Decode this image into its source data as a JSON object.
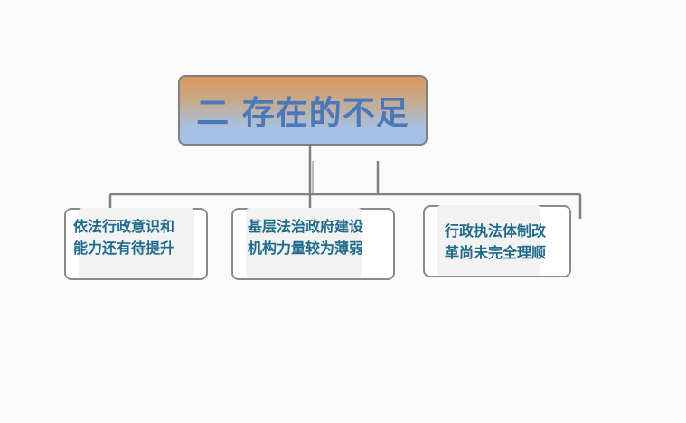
{
  "diagram": {
    "title": "二  存在的不足",
    "children": [
      {
        "line1": "依法行政意识和",
        "line2": "能力还有待提升"
      },
      {
        "line1": "基层法治政府建设",
        "line2": "机构力量较为薄弱"
      },
      {
        "line1": "行政执法体制改",
        "line2": "革尚未完全理顺"
      }
    ]
  },
  "colors": {
    "title_text": "#4a78b8",
    "child_text": "#1f6b8a",
    "connector": "#808080",
    "gradient_top": "#dc9860",
    "gradient_bottom": "#a4c2ea"
  }
}
